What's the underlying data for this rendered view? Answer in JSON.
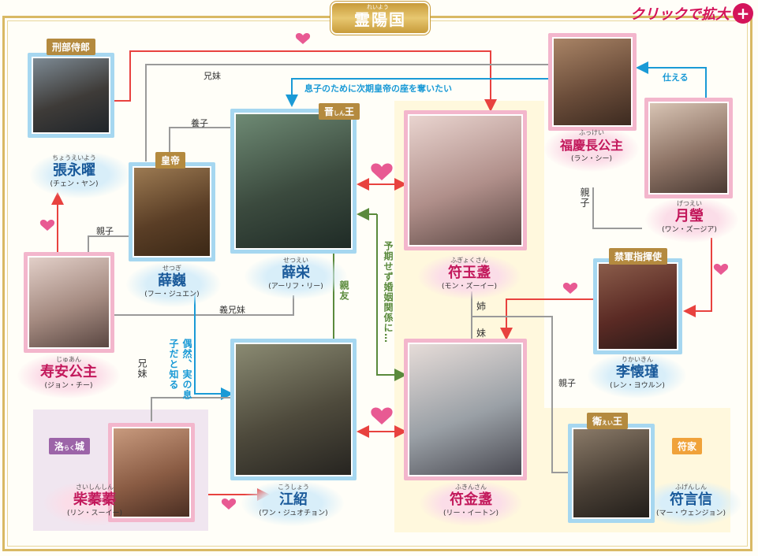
{
  "header": {
    "title": "霊陽国",
    "title_ruby": "れいよう",
    "zoom_label": "クリックで拡大",
    "zoom_icon": "magnifier-plus-icon"
  },
  "colors": {
    "border_gold": "#d9b964",
    "blue": "#1a9ad6",
    "pink": "#e85a93",
    "red": "#e8423f",
    "gray": "#8a8a8a",
    "green": "#5a8a3c"
  },
  "characters": {
    "zhang": {
      "tag": "刑部侍郎",
      "ruby": "ちょうえいよう",
      "name": "張永曜",
      "actor": "(チェン・ヤン)"
    },
    "xue_wei": {
      "tag": "皇帝",
      "ruby": "せつぎ",
      "name": "薛巍",
      "actor": "(フー・ジュエン)"
    },
    "xue_rong": {
      "tag": "晋",
      "tag_ruby": "しん",
      "tag_suffix": "王",
      "ruby": "せつえい",
      "name": "薛栄",
      "actor": "(アーリフ・リー)"
    },
    "fu_yuzhan": {
      "ruby": "ふぎょくさん",
      "name": "符玉盞",
      "actor": "(モン・ズーイー)"
    },
    "fuqing": {
      "ruby": "ふっけい",
      "name": "福慶長公主",
      "actor": "(ラン・シー)"
    },
    "yueying": {
      "ruby": "げつえい",
      "name": "月瑩",
      "actor": "(ワン・ズージア)"
    },
    "shouan": {
      "ruby": "じゅあん",
      "name": "寿安公主",
      "actor": "(ジョン・チー)"
    },
    "li_huaijin": {
      "tag": "禁軍指揮使",
      "ruby": "りかいきん",
      "name": "李懐瑾",
      "actor": "(レン・ヨウルン)"
    },
    "jiang": {
      "ruby": "こうしょう",
      "name": "江紹",
      "actor": "(ワン・ジュオチョン)"
    },
    "fu_jinzhan": {
      "ruby": "ふきんさん",
      "name": "符金盞",
      "actor": "(リー・イートン)"
    },
    "chai": {
      "ruby": "さいしんしん",
      "name": "柴蓁蓁",
      "actor": "(リン・スーイー)"
    },
    "fu_yanxin": {
      "tag": "衛",
      "tag_ruby": "えい",
      "tag_suffix": "王",
      "ruby": "ふげんしん",
      "name": "符言信",
      "actor": "(マー・ウェンジョン)"
    }
  },
  "groups": {
    "luo": {
      "tag": "洛",
      "tag_ruby": "らく",
      "tag_suffix": "城"
    },
    "fu_family": {
      "tag": "符家"
    }
  },
  "relations": {
    "brother_sister_1": "兄妹",
    "brother_sister_2": "兄妹",
    "adopted": "養子",
    "parent_1": "親子",
    "parent_2": "親子",
    "parent_3": "親子",
    "sworn": "義兄妹",
    "serve": "仕える",
    "throne": "息子のために次期皇帝の座を奪いたい",
    "learn_son": "偶然、実の息子だと知る",
    "close_friend": "親友",
    "unexpected_marriage": "予期せず婚姻関係に…",
    "elder_sister": "姉",
    "younger_sister": "妹"
  }
}
